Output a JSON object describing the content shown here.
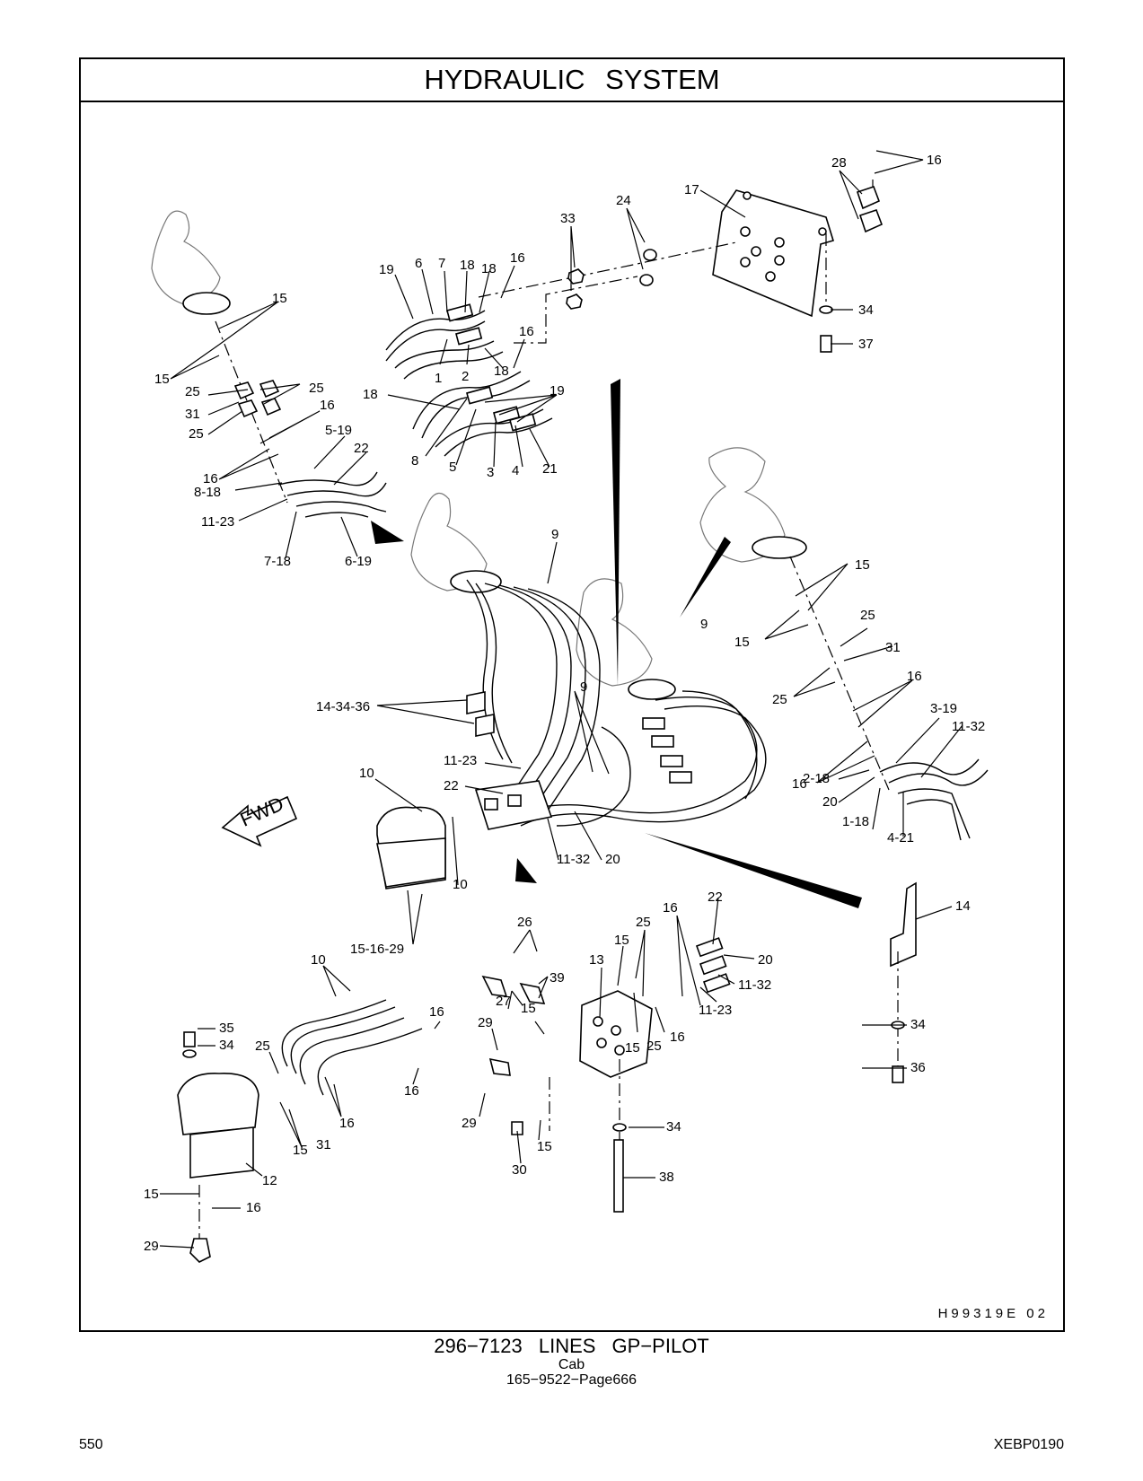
{
  "header": {
    "title": "HYDRAULIC SYSTEM"
  },
  "diagram": {
    "callouts": [
      {
        "label": "16"
      },
      {
        "label": "28"
      },
      {
        "label": "17"
      },
      {
        "label": "24"
      },
      {
        "label": "33"
      },
      {
        "label": "34"
      },
      {
        "label": "37"
      },
      {
        "label": "19"
      },
      {
        "label": "6"
      },
      {
        "label": "7"
      },
      {
        "label": "18"
      },
      {
        "label": "18"
      },
      {
        "label": "16"
      },
      {
        "label": "16"
      },
      {
        "label": "1"
      },
      {
        "label": "2"
      },
      {
        "label": "18"
      },
      {
        "label": "18"
      },
      {
        "label": "19"
      },
      {
        "label": "8"
      },
      {
        "label": "5"
      },
      {
        "label": "3"
      },
      {
        "label": "4"
      },
      {
        "label": "21"
      },
      {
        "label": "15"
      },
      {
        "label": "15"
      },
      {
        "label": "25"
      },
      {
        "label": "25"
      },
      {
        "label": "31"
      },
      {
        "label": "16"
      },
      {
        "label": "25"
      },
      {
        "label": "5-19"
      },
      {
        "label": "22"
      },
      {
        "label": "16"
      },
      {
        "label": "8-18"
      },
      {
        "label": "11-23"
      },
      {
        "label": "7-18"
      },
      {
        "label": "6-19"
      },
      {
        "label": "9"
      },
      {
        "label": "15"
      },
      {
        "label": "25"
      },
      {
        "label": "15"
      },
      {
        "label": "31"
      },
      {
        "label": "9"
      },
      {
        "label": "16"
      },
      {
        "label": "25"
      },
      {
        "label": "3-19"
      },
      {
        "label": "11-32"
      },
      {
        "label": "16"
      },
      {
        "label": "2-18"
      },
      {
        "label": "20"
      },
      {
        "label": "1-18"
      },
      {
        "label": "4-21"
      },
      {
        "label": "14-34-36"
      },
      {
        "label": "9"
      },
      {
        "label": "11-23"
      },
      {
        "label": "10"
      },
      {
        "label": "22"
      },
      {
        "label": "10"
      },
      {
        "label": "11-32"
      },
      {
        "label": "20"
      },
      {
        "label": "15-16-29"
      },
      {
        "label": "26"
      },
      {
        "label": "25"
      },
      {
        "label": "16"
      },
      {
        "label": "22"
      },
      {
        "label": "14"
      },
      {
        "label": "13"
      },
      {
        "label": "15"
      },
      {
        "label": "20"
      },
      {
        "label": "39"
      },
      {
        "label": "11-32"
      },
      {
        "label": "27"
      },
      {
        "label": "10"
      },
      {
        "label": "11-23"
      },
      {
        "label": "16"
      },
      {
        "label": "15"
      },
      {
        "label": "29"
      },
      {
        "label": "34"
      },
      {
        "label": "16"
      },
      {
        "label": "15"
      },
      {
        "label": "25"
      },
      {
        "label": "35"
      },
      {
        "label": "34"
      },
      {
        "label": "36"
      },
      {
        "label": "25"
      },
      {
        "label": "16"
      },
      {
        "label": "29"
      },
      {
        "label": "16"
      },
      {
        "label": "34"
      },
      {
        "label": "15"
      },
      {
        "label": "31"
      },
      {
        "label": "15"
      },
      {
        "label": "30"
      },
      {
        "label": "38"
      },
      {
        "label": "12"
      },
      {
        "label": "15"
      },
      {
        "label": "16"
      },
      {
        "label": "29"
      }
    ],
    "fwd_label": "FWD",
    "ref_code": "H99319E 02"
  },
  "caption": {
    "title": "296−7123 LINES GP−PILOT",
    "subtitle": "Cab",
    "reference": "165−9522−Page666"
  },
  "footer": {
    "page_number": "550",
    "doc_code": "XEBP0190"
  }
}
